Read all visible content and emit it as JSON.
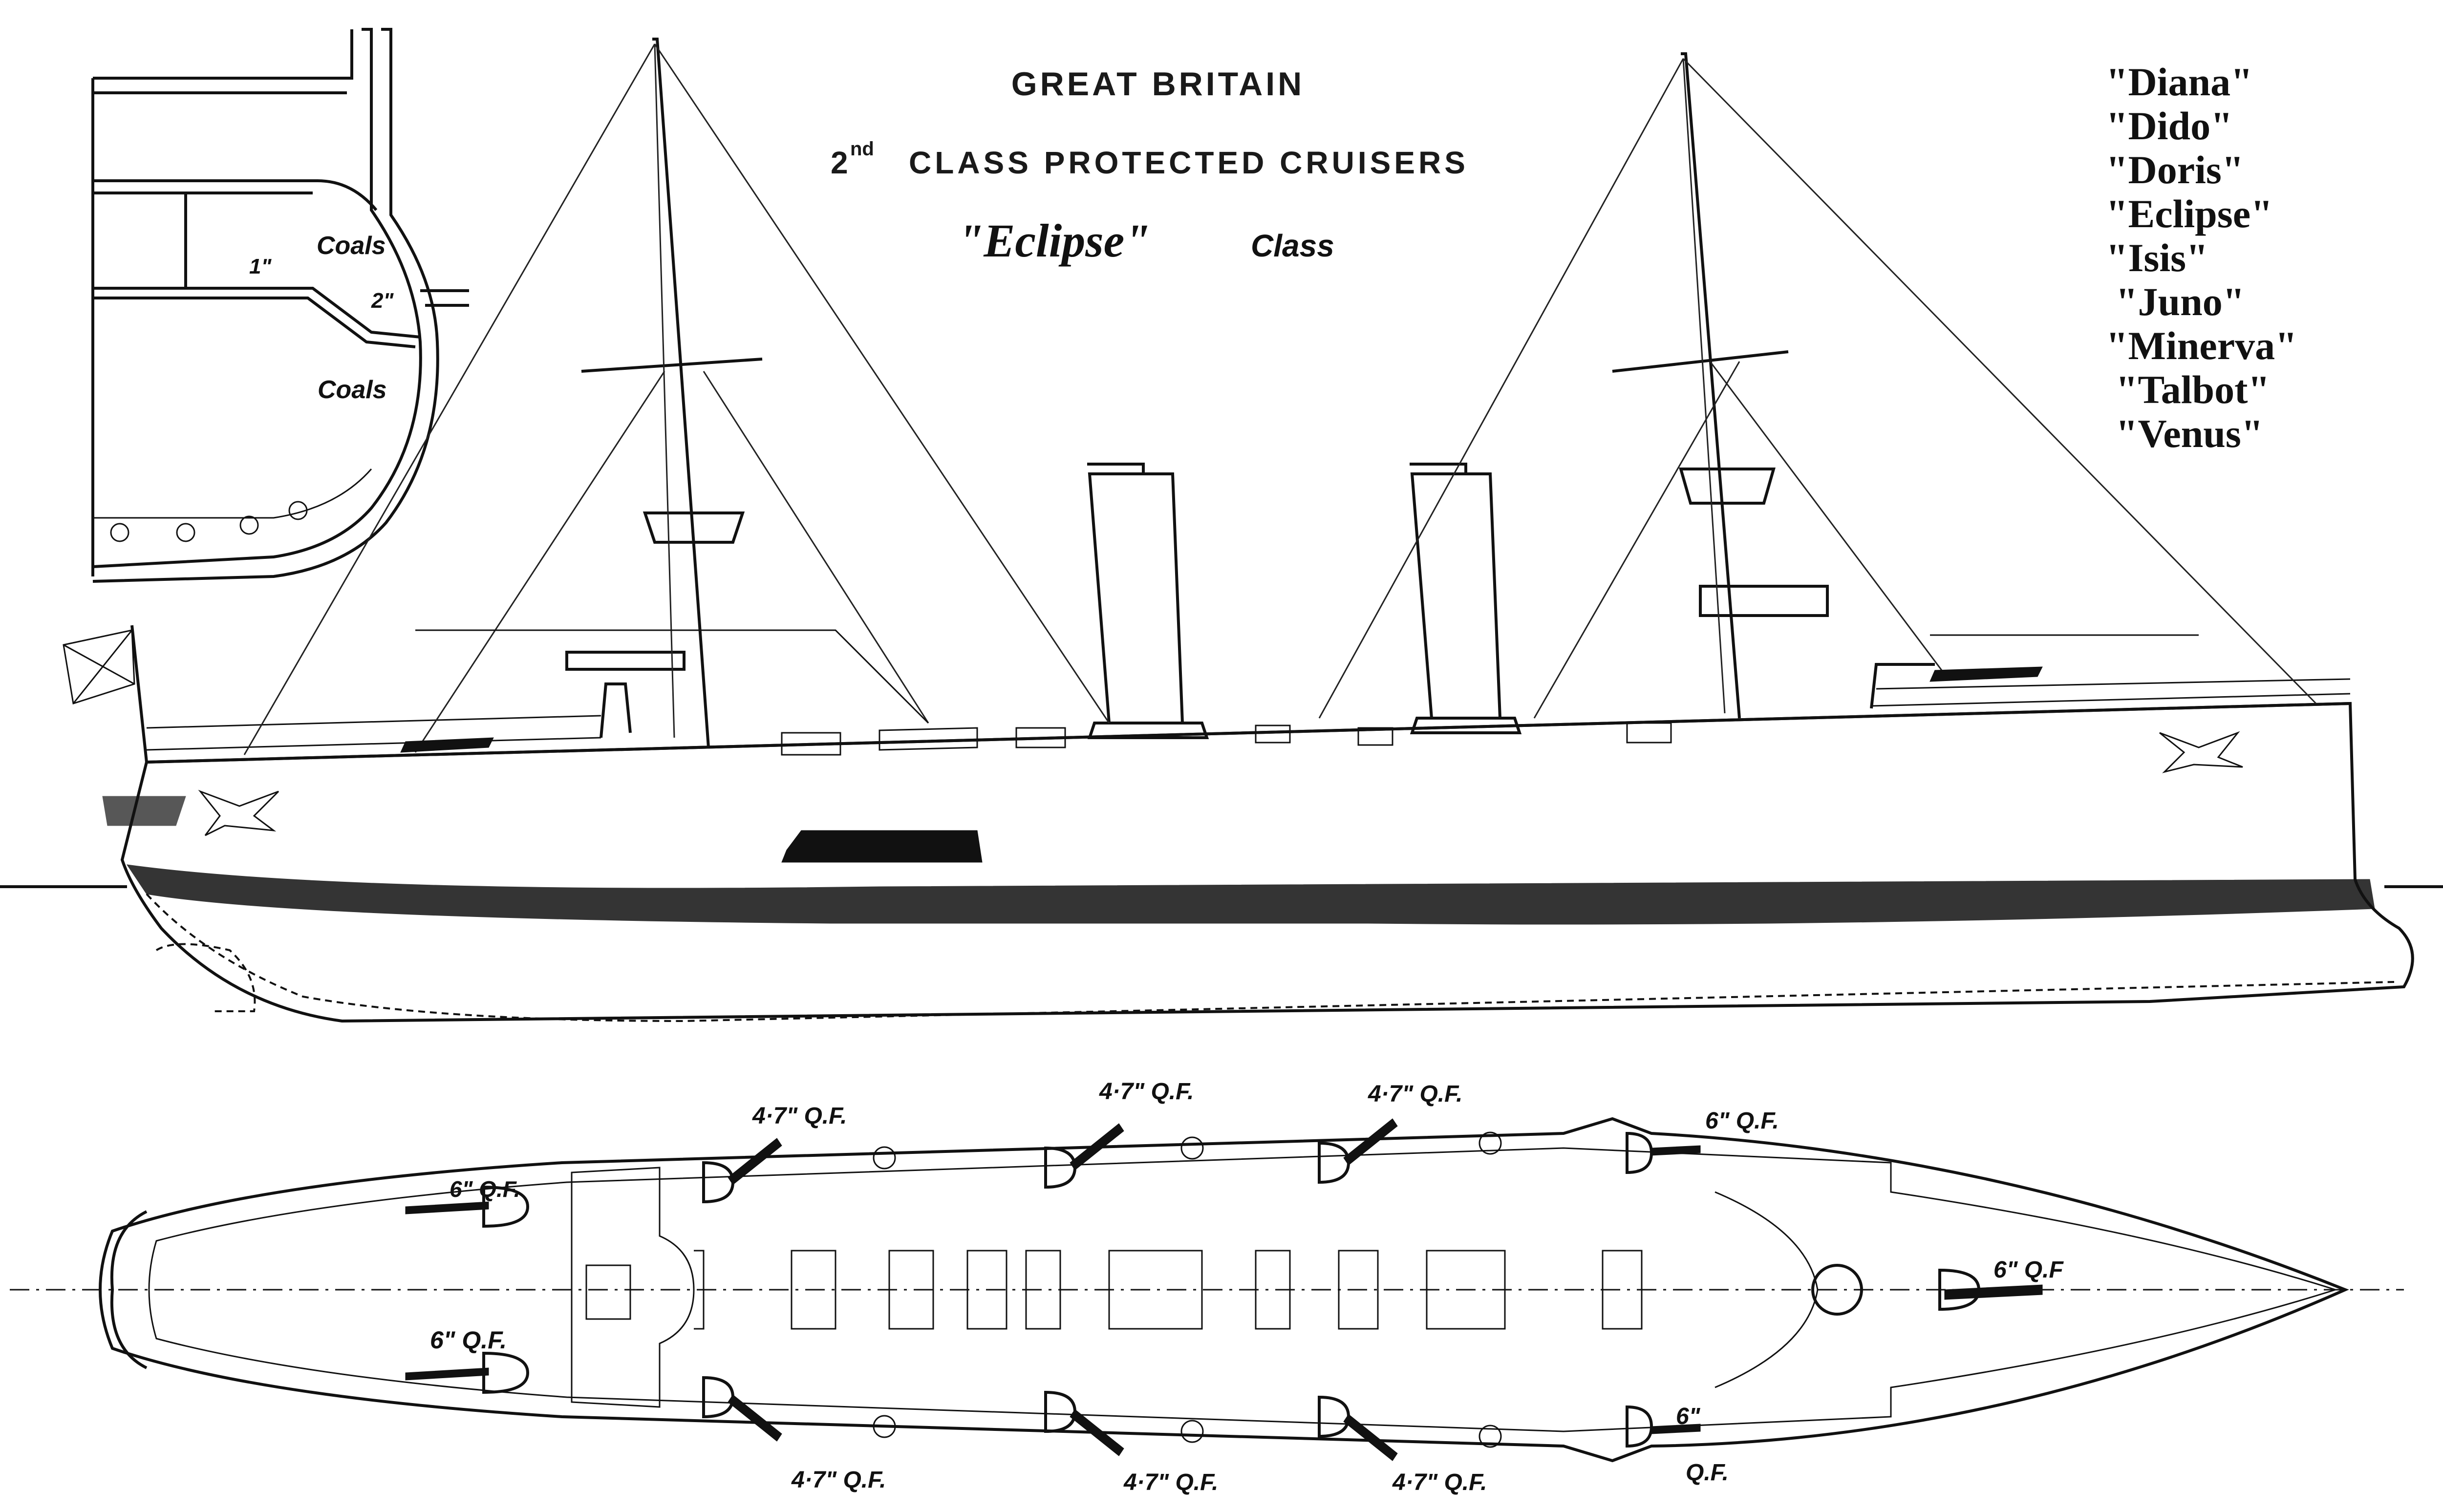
{
  "header": {
    "country": "GREAT BRITAIN",
    "class_prefix": "2",
    "class_ordinal_suffix": "nd",
    "class_description": "CLASS PROTECTED CRUISERS",
    "class_name": "\"Eclipse\"",
    "class_word": "Class"
  },
  "ship_names": [
    "\"Diana\"",
    "\"Dido\"",
    "\"Doris\"",
    "\"Eclipse\"",
    "\"Isis\"",
    "\"Juno\"",
    "\"Minerva\"",
    "\"Talbot\"",
    "\"Venus\""
  ],
  "section_inset": {
    "coals_upper": "Coals",
    "coals_lower": "Coals",
    "deck_thickness_upper": "1\"",
    "deck_thickness_slope": "2\""
  },
  "plan_labels": {
    "fwd_port_gun": "6\" Q.F.",
    "fwd_stbd_gun": "6\" Q.F.",
    "bow_chaser": "6\" Q.F",
    "aft_port_gun": "6\" Q.F.",
    "aft_stbd_gun_top": "6\"",
    "aft_stbd_gun_bottom": "Q.F.",
    "port_47_a": "4·7\" Q.F.",
    "port_47_b": "4·7\" Q.F.",
    "port_47_c": "4·7\" Q.F.",
    "stbd_47_a": "4·7\" Q.F.",
    "stbd_47_b": "4·7\" Q.F.",
    "stbd_47_c": "4·7\" Q.F."
  }
}
